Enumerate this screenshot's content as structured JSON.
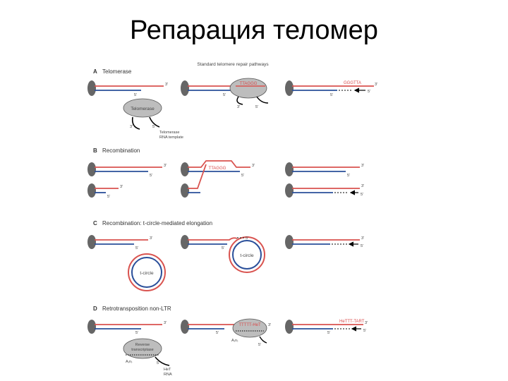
{
  "slide": {
    "title": "Репарация теломер"
  },
  "figure": {
    "header": "Standard telomere repair pathways",
    "colors": {
      "red_strand": "#d9534f",
      "blue_strand": "#2a4f9a",
      "ellipse": "#666666",
      "complex": "#bdbdbd"
    },
    "sections": {
      "a": {
        "letter": "A",
        "title": "Telomerase"
      },
      "b": {
        "letter": "B",
        "title": "Recombination"
      },
      "c": {
        "letter": "C",
        "title": "Recombination: t-circle-mediated elongation"
      },
      "d": {
        "letter": "D",
        "title": "Retrotransposition non-LTR"
      }
    },
    "labels": {
      "three_prime": "3'",
      "five_prime": "5'",
      "telomerase": "Telomerase",
      "template_line1": "Telomerase",
      "template_line2": "RNA template",
      "repeat_in_complex": "TTAGGG",
      "a_new_repeat": "GGGTTA",
      "b_cross_repeat": "TTAGGG",
      "t_circle": "t-circle",
      "rt_line1": "Reverse",
      "rt_line2": "transcriptase",
      "d_complex_text": "TTTTT-HeT",
      "d_new_repeat": "HeTTT-TART",
      "polya": "A₍n₎",
      "het_line1": "HeT",
      "het_line2": "RNA"
    }
  }
}
